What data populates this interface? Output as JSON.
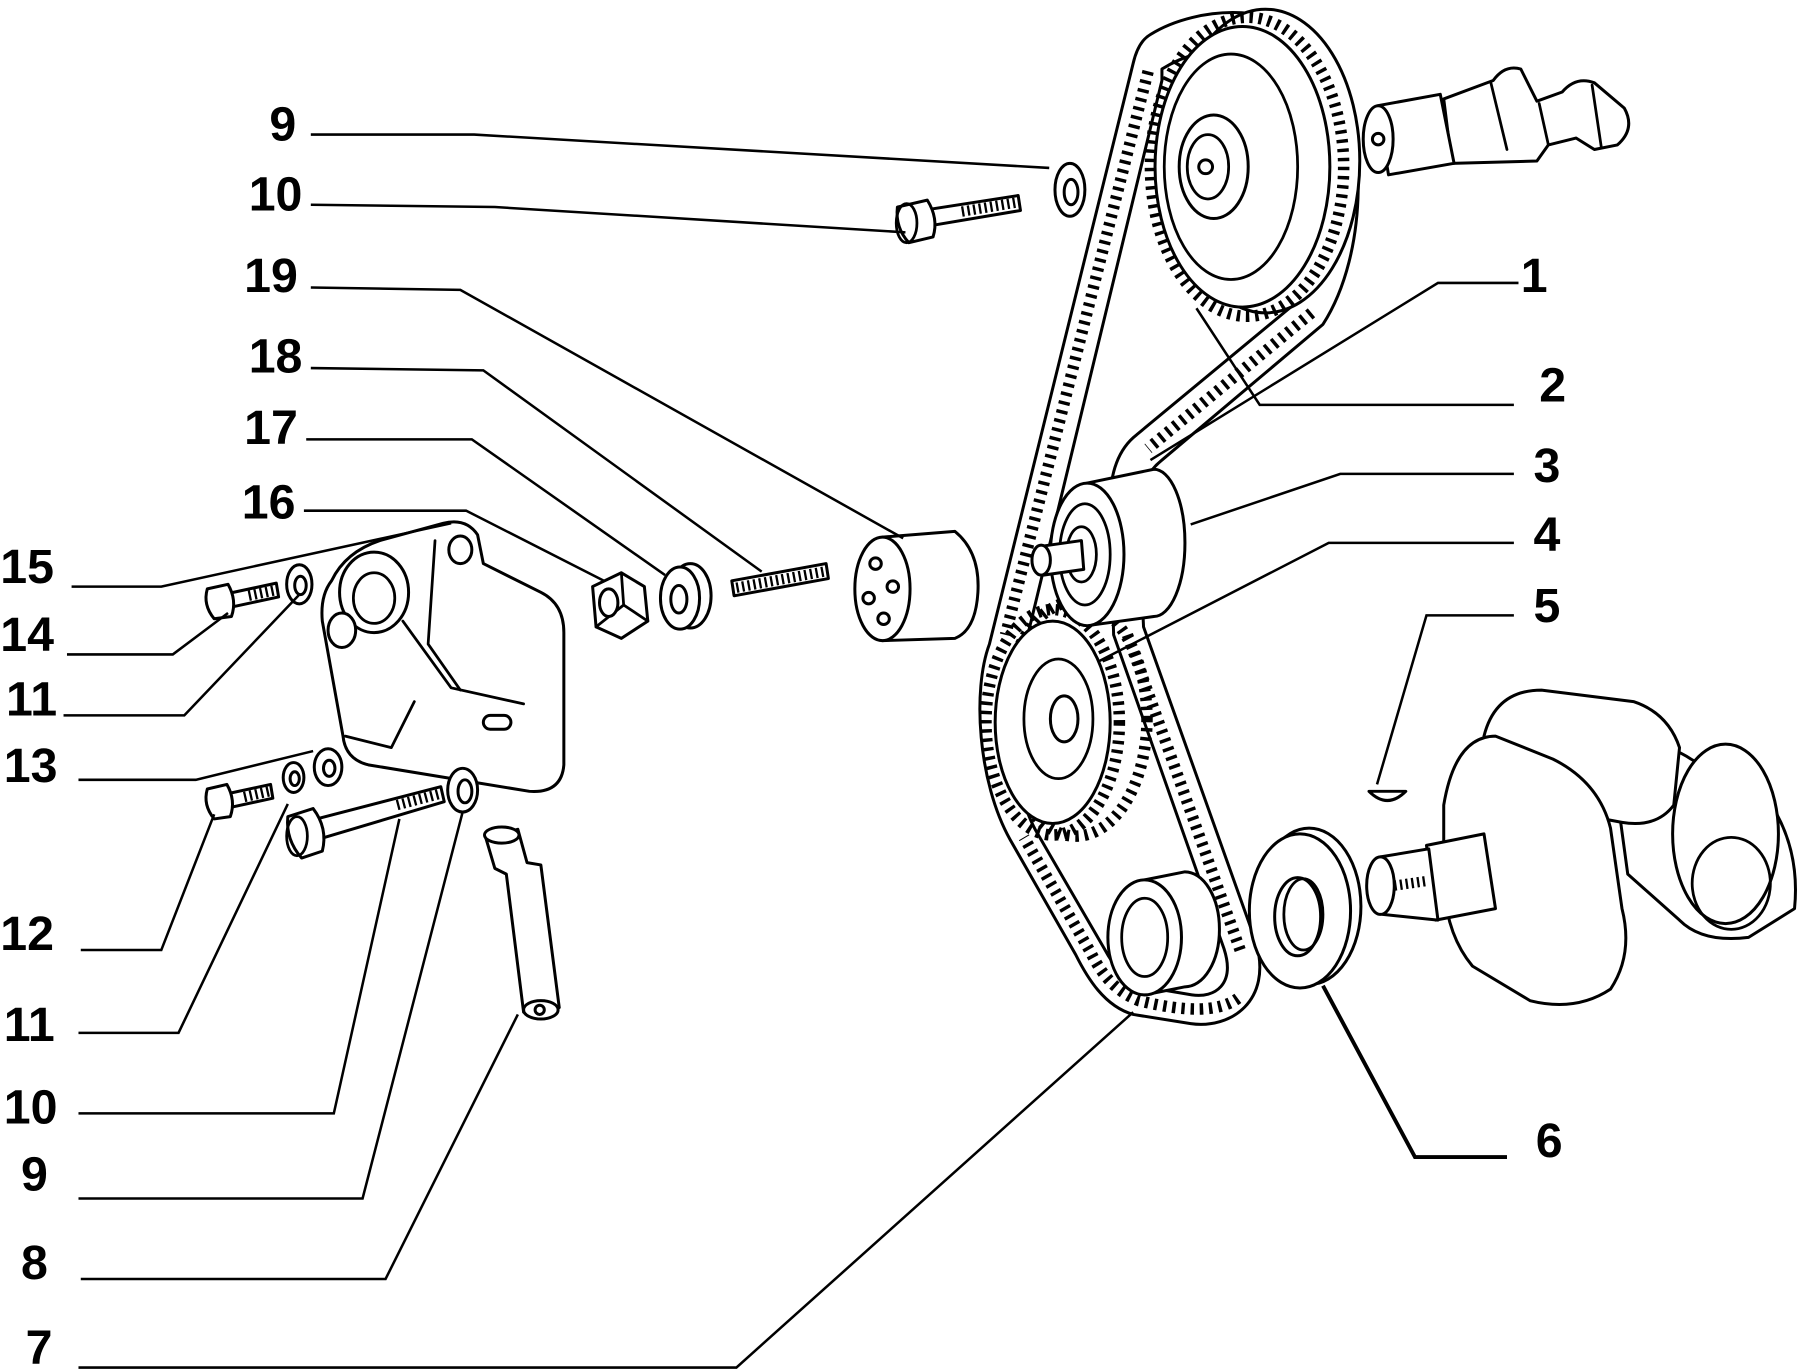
{
  "colors": {
    "ink": "#000000",
    "paper": "#ffffff"
  },
  "callouts": [
    {
      "label": "9"
    },
    {
      "label": "10"
    },
    {
      "label": "19"
    },
    {
      "label": "18"
    },
    {
      "label": "17"
    },
    {
      "label": "16"
    },
    {
      "label": "15"
    },
    {
      "label": "14"
    },
    {
      "label": "11"
    },
    {
      "label": "13"
    },
    {
      "label": "12"
    },
    {
      "label": "11"
    },
    {
      "label": "10"
    },
    {
      "label": "9"
    },
    {
      "label": "8"
    },
    {
      "label": "7"
    },
    {
      "label": "1"
    },
    {
      "label": "2"
    },
    {
      "label": "3"
    },
    {
      "label": "4"
    },
    {
      "label": "5"
    },
    {
      "label": "6"
    }
  ]
}
